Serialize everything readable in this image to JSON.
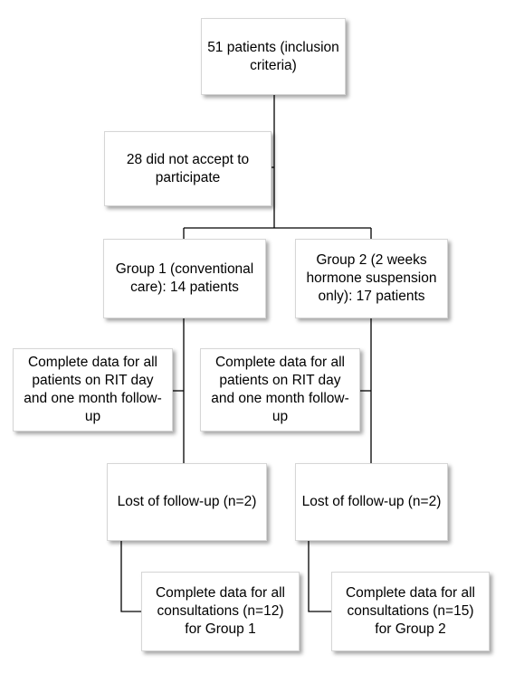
{
  "flowchart": {
    "inclusion": "51 patients (inclusion criteria)",
    "declined": "28 did not accept to participate",
    "group1": "Group 1 (conventional care): 14 patients",
    "group2": "Group 2 (2 weeks hormone suspension only): 17 patients",
    "group1_rit_data": "Complete data for all patients on RIT day and one month follow-up",
    "group2_rit_data": "Complete data for all patients on RIT day and one month follow-up",
    "group1_lost": "Lost of follow-up (n=2)",
    "group2_lost": "Lost of follow-up (n=2)",
    "group1_final": "Complete data for all consultations (n=12) for Group 1",
    "group2_final": "Complete data for all consultations (n=15) for Group 2"
  }
}
